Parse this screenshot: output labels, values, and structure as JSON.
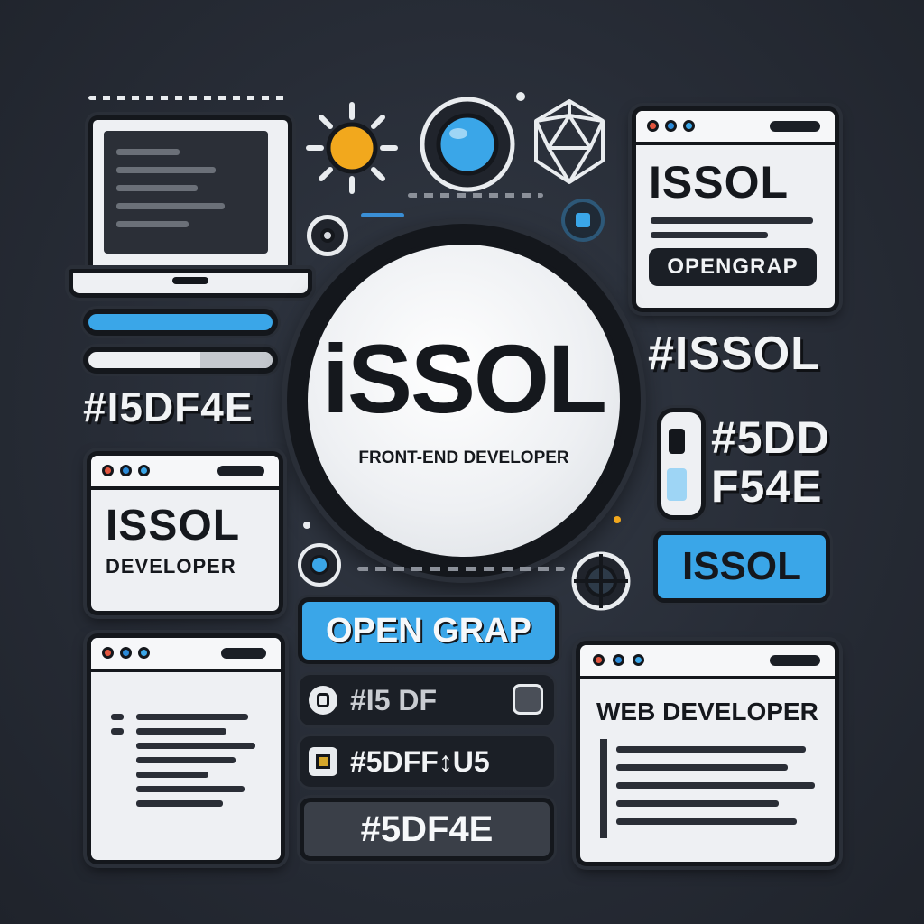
{
  "center_badge": {
    "title": "iSSOL",
    "subtitle": "FRONT-END DEVELOPER"
  },
  "top_right_window": {
    "title": "ISSOL",
    "tag": "OPENGRAP"
  },
  "right_hashtag": "#ISSOL",
  "right_color": {
    "line1": "#5DD",
    "line2": "F54E"
  },
  "right_button": "ISSOL",
  "left_hashtag": "#I5DF4E",
  "left_window": {
    "title": "ISSOL",
    "subtitle": "DEVELOPER"
  },
  "center_button": "OPEN GRAP",
  "chip1": "#I5 DF",
  "chip2": "#5DFF↕U5",
  "chip3": "#5DF4E",
  "bottom_right_window": {
    "title": "WEB DEVELOPER"
  },
  "colors": {
    "accent_blue": "#3aa6e8",
    "sun": "#f2a81d",
    "dark": "#14171c",
    "panel": "#eef0f3"
  },
  "icons": [
    "laptop-icon",
    "sun-icon",
    "blue-orb-icon",
    "polyhedron-icon",
    "target-icon",
    "lock-icon",
    "image-icon"
  ]
}
